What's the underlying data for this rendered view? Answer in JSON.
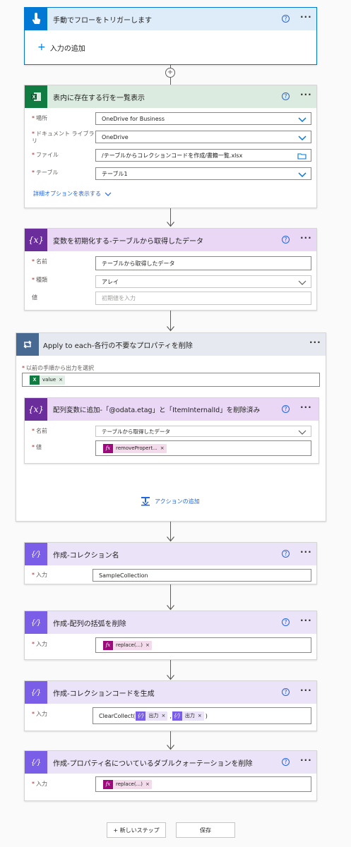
{
  "colors": {
    "trigger": "#0078d4",
    "excel": "#107c41",
    "variable": "#6b2c9c",
    "loop": "#486991",
    "compose": "#7b5ee8",
    "link": "#2266e3"
  },
  "trigger": {
    "title": "手動でフローをトリガーします",
    "add_input": "入力の追加"
  },
  "list_rows": {
    "title": "表内に存在する行を一覧表示",
    "fields": [
      {
        "label": "場所",
        "value": "OneDrive for Business"
      },
      {
        "label": "ドキュメント ライブラリ",
        "value": "OneDrive"
      },
      {
        "label": "ファイル",
        "value": "/テーブルからコレクションコードを作成/書籍一覧.xlsx"
      },
      {
        "label": "テーブル",
        "value": "テーブル1"
      }
    ],
    "advanced": "詳細オプションを表示する"
  },
  "init_var": {
    "title": "変数を初期化する-テーブルから取得したデータ",
    "name_label": "名前",
    "name_value": "テーブルから取得したデータ",
    "type_label": "種類",
    "type_value": "アレイ",
    "value_label": "値",
    "value_placeholder": "初期値を入力"
  },
  "apply_each": {
    "title": "Apply to each-各行の不要なプロパティを削除",
    "select_label": "以前の手順から出力を選択",
    "token": "value",
    "inner": {
      "title": "配列変数に追加-「@odata.etag」と「ItemInternalId」を削除済み",
      "name_label": "名前",
      "name_value": "テーブルから取得したデータ",
      "value_label": "値",
      "token": "removePropert..."
    },
    "add_action": "アクションの追加"
  },
  "compose1": {
    "title": "作成-コレクション名",
    "input_label": "入力",
    "input_value": "SampleCollection"
  },
  "compose2": {
    "title": "作成-配列の括弧を削除",
    "input_label": "入力",
    "token": "replace(...)"
  },
  "compose3": {
    "title": "作成-コレクションコードを生成",
    "input_label": "入力",
    "prefix": "ClearCollect(",
    "token1": "出力",
    "sep": ",",
    "token2": "出力",
    "suffix": ")"
  },
  "compose4": {
    "title": "作成-プロパティ名についているダブルクォーテーションを削除",
    "input_label": "入力",
    "token": "replace(...)"
  },
  "footer": {
    "new_step": "+ 新しいステップ",
    "save": "保存"
  }
}
